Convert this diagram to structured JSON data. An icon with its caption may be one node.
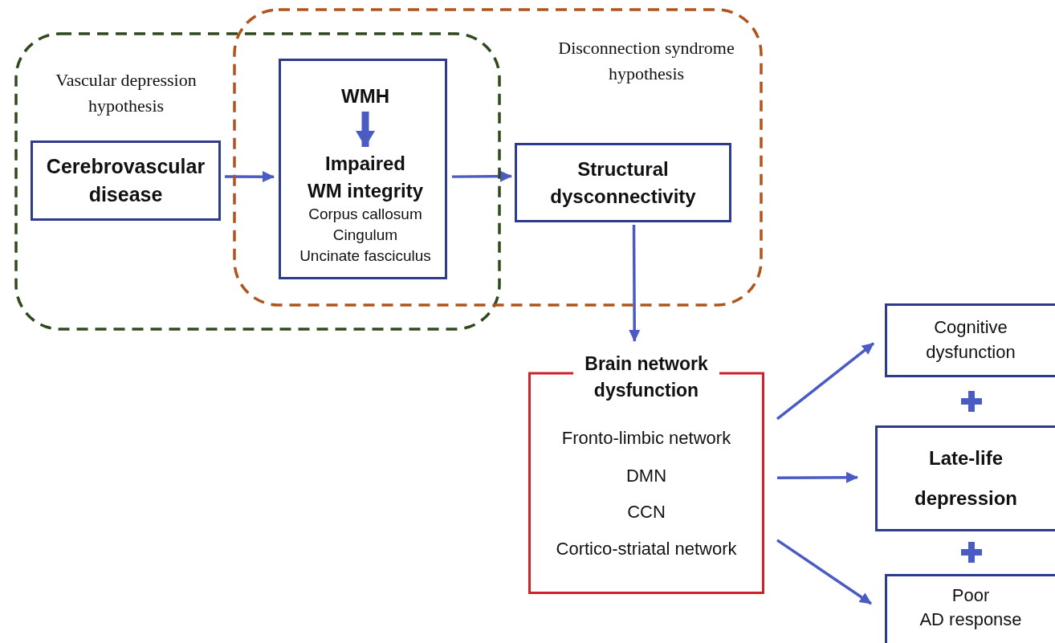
{
  "diagram": {
    "nodes": [
      {
        "text": [
          "Vascular depression hypothesis"
        ]
      },
      {
        "text": [
          "Disconnection syndrome hypothesis"
        ]
      },
      {
        "text": [
          "Cerebrovascular disease"
        ],
        "in": 0
      },
      {
        "text": [],
        "shape": "box"
      },
      {
        "text": [
          "WMH"
        ],
        "in": 3
      },
      {
        "text": [
          "Impaired WM integrity",
          "Corpus callosum Cingulum Uncinate fasciculus"
        ],
        "in": 3
      },
      {
        "text": [
          "Structural dysconnectivity"
        ],
        "in": 1
      },
      {
        "text": [
          "Brain network dysfunction",
          "Fronto-limbic network",
          "DMN",
          "CCN",
          "Cortico-striatal network"
        ]
      },
      {
        "text": [
          "Cognitive dysfunction"
        ]
      },
      {
        "text": [
          "Late-life depression"
        ]
      },
      {
        "text": [
          "Poor AD response"
        ]
      }
    ],
    "edges": [
      {
        "from": 2,
        "to": 3,
        "arrow": "to"
      },
      {
        "from": 4,
        "to": 5,
        "arrow": "to",
        "style": "thick"
      },
      {
        "from": 3,
        "to": 6,
        "arrow": "to"
      },
      {
        "from": 6,
        "to": 7,
        "arrow": "to"
      },
      {
        "from": 7,
        "to": 8,
        "arrow": "to"
      },
      {
        "from": 7,
        "to": 9,
        "arrow": "to"
      },
      {
        "from": 7,
        "to": 10,
        "arrow": "to"
      }
    ]
  }
}
